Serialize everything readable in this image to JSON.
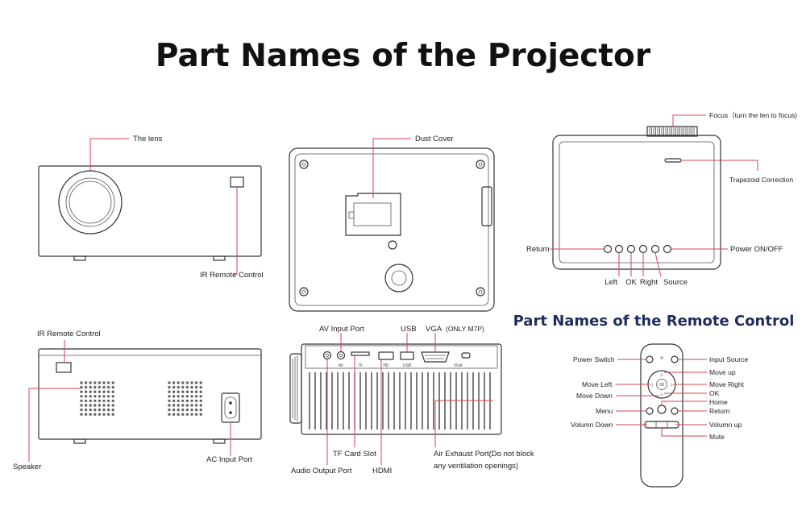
{
  "title": "Part Names of the Projector",
  "remote_title": "Part Names of the Remote Control",
  "colors": {
    "leader": "#d9434d",
    "heading": "#111111",
    "subheading": "#1f2d5c",
    "outline": "#333333"
  },
  "front": {
    "lens": "The lens",
    "ir_remote": "IR Remote Control"
  },
  "bottom": {
    "dust_cover": "Dust Cover"
  },
  "top": {
    "focus": "Focus（turn the len to focus)",
    "trapezoid": "Trapezoid Correction",
    "return": "Return",
    "power": "Power ON/OFF",
    "left": "Left",
    "ok": "OK",
    "right": "Right",
    "source": "Source"
  },
  "rear": {
    "ir_remote": "IR Remote Control",
    "speaker": "Speaker",
    "ac_input": "AC Input Port"
  },
  "ports": {
    "av_input": "AV Input Port",
    "usb": "USB",
    "vga": "VGA",
    "vga_note": "(ONLY M7P)",
    "tf_slot": "TF Card Slot",
    "audio_out": "Audio Output Port",
    "hdmi": "HDMI",
    "air_exhaust_1": "Air Exhaust Port(Do not block",
    "air_exhaust_2": "any ventilation openings)",
    "port_marks": [
      "AV",
      "TF",
      "HD",
      "USB",
      "VGA"
    ]
  },
  "remote": {
    "power_switch": "Power Switch",
    "input_source": "Input Source",
    "move_up": "Move up",
    "move_left": "Move Left",
    "move_right": "Move Right",
    "move_down": "Move Down",
    "ok": "OK",
    "home": "Home",
    "menu": "Menu",
    "return": "Return",
    "volume_down": "Volumn Down",
    "volume_up": "Volumn up",
    "mute": "Mute",
    "ok_button": "OK"
  }
}
